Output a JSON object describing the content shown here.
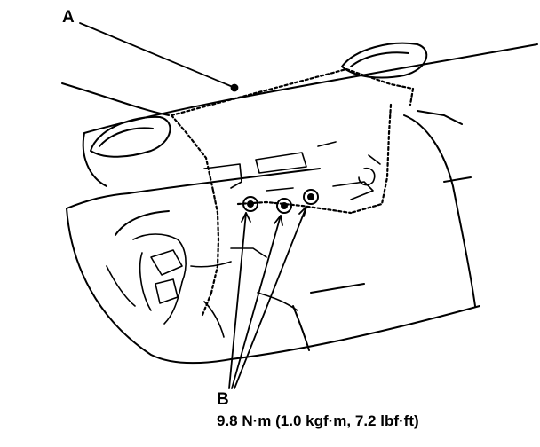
{
  "callouts": {
    "a": {
      "label": "A"
    },
    "b": {
      "label": "B",
      "spec": "9.8 N·m (1.0 kgf·m, 7.2 lbf·ft)"
    }
  }
}
